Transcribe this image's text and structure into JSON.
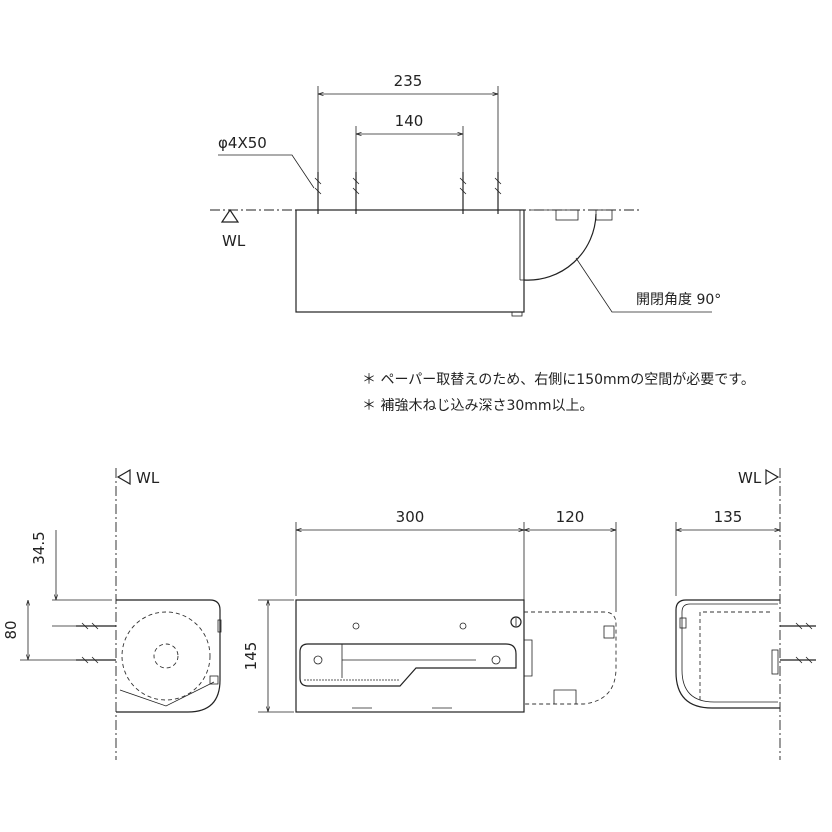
{
  "top_view": {
    "dim_overall": "235",
    "dim_inner": "140",
    "screw_label": "φ4X50",
    "wall_label": "WL",
    "opening_angle_label": "開閉角度 90°"
  },
  "notes": [
    "＊ ペーパー取替えのため、右側に150mmの空間が必要です。",
    "＊ 補強木ねじ込み深さ30mm以上。"
  ],
  "side_view_left": {
    "wall_label": "WL",
    "dim_offset": "34.5",
    "dim_height": "80"
  },
  "front_view": {
    "dim_width": "300",
    "dim_clearance": "120",
    "dim_height": "145"
  },
  "side_view_right": {
    "wall_label": "WL",
    "dim_depth": "135"
  }
}
